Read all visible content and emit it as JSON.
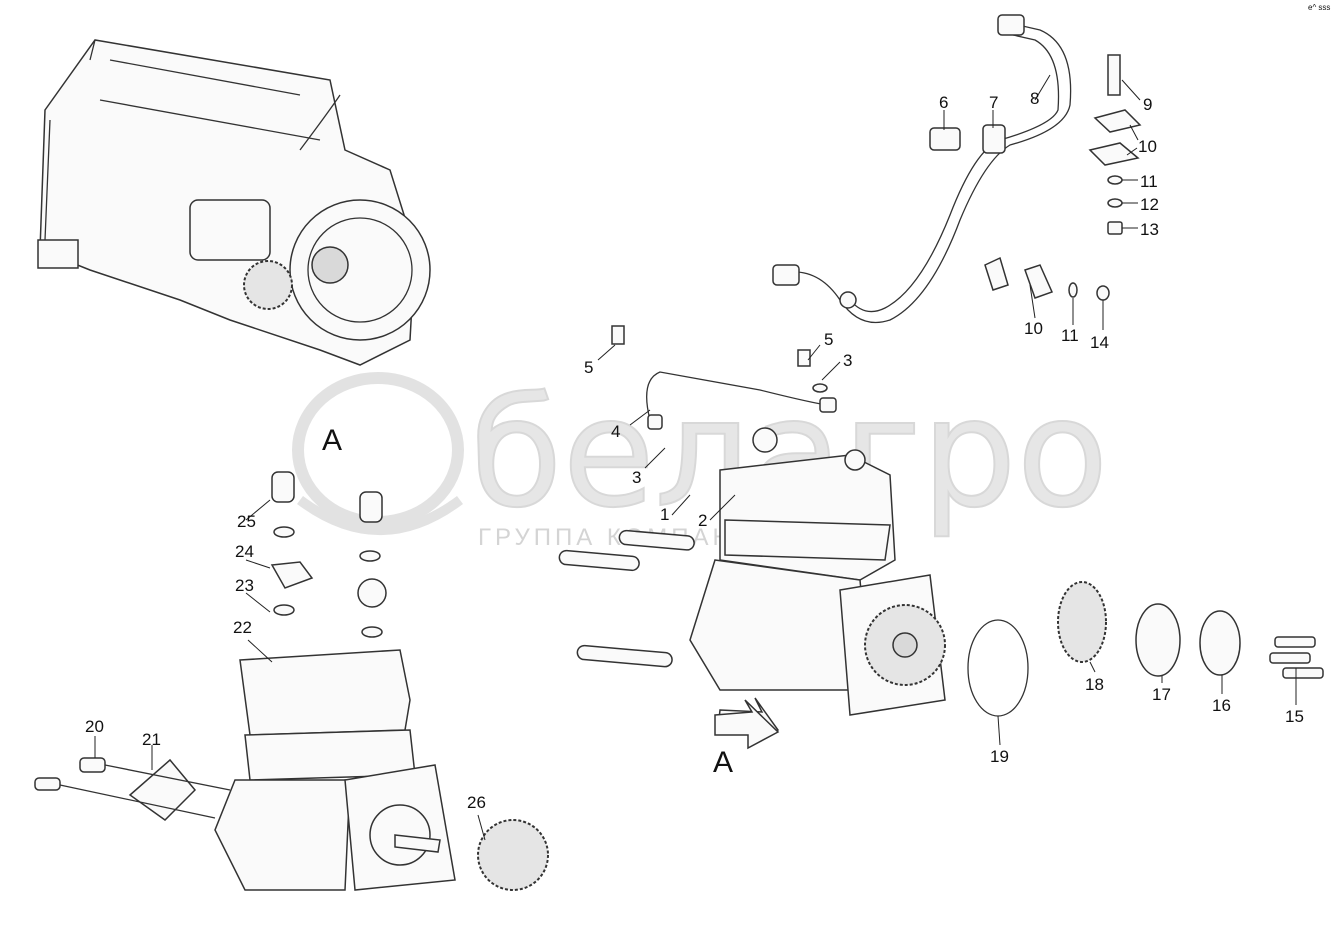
{
  "corner_code": "e^ sss",
  "watermark": {
    "brand": "белагро",
    "subtitle": "ГРУППА КОМПАНИЙ"
  },
  "view_labels": [
    "A",
    "A"
  ],
  "callouts": [
    "1",
    "2",
    "3",
    "3",
    "4",
    "5",
    "5",
    "6",
    "7",
    "8",
    "9",
    "10",
    "10",
    "11",
    "11",
    "12",
    "13",
    "14",
    "15",
    "16",
    "17",
    "18",
    "19",
    "20",
    "21",
    "22",
    "23",
    "24",
    "25",
    "26"
  ]
}
